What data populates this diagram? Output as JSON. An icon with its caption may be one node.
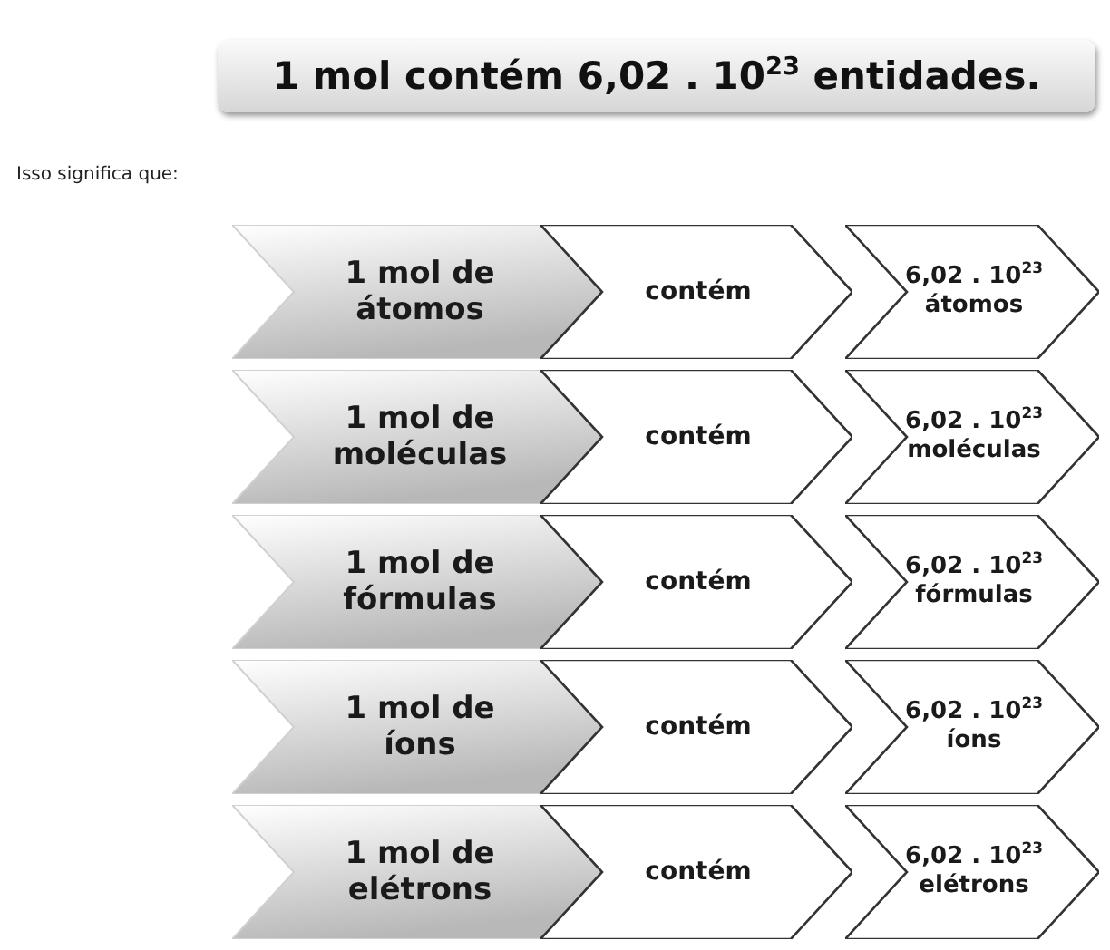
{
  "diagram": {
    "title": "1 mol contém 6,02 . 10$^{23}$ entidades.",
    "nodes": [
      {
        "text": [
          "1 mol de átomos"
        ]
      },
      {
        "text": [
          "contém"
        ]
      },
      {
        "text": [
          "6,02 . 10$^{23}$ átomos"
        ]
      },
      {
        "text": [
          "1 mol de moléculas"
        ]
      },
      {
        "text": [
          "contém"
        ]
      },
      {
        "text": [
          "6,02 . 10$^{23}$ moléculas"
        ]
      },
      {
        "text": [
          "1 mol de fórmulas"
        ]
      },
      {
        "text": [
          "contém"
        ]
      },
      {
        "text": [
          "6,02 . 10$^{23}$ fórmulas"
        ]
      },
      {
        "text": [
          "1 mol de íons"
        ]
      },
      {
        "text": [
          "contém"
        ]
      },
      {
        "text": [
          "6,02 . 10$^{23}$ íons"
        ]
      },
      {
        "text": [
          "1 mol de elétrons"
        ]
      },
      {
        "text": [
          "contém"
        ]
      },
      {
        "text": [
          "6,02 . 10$^{23}$ elétrons"
        ]
      }
    ],
    "labels": [
      "Isso significa que:"
    ]
  }
}
